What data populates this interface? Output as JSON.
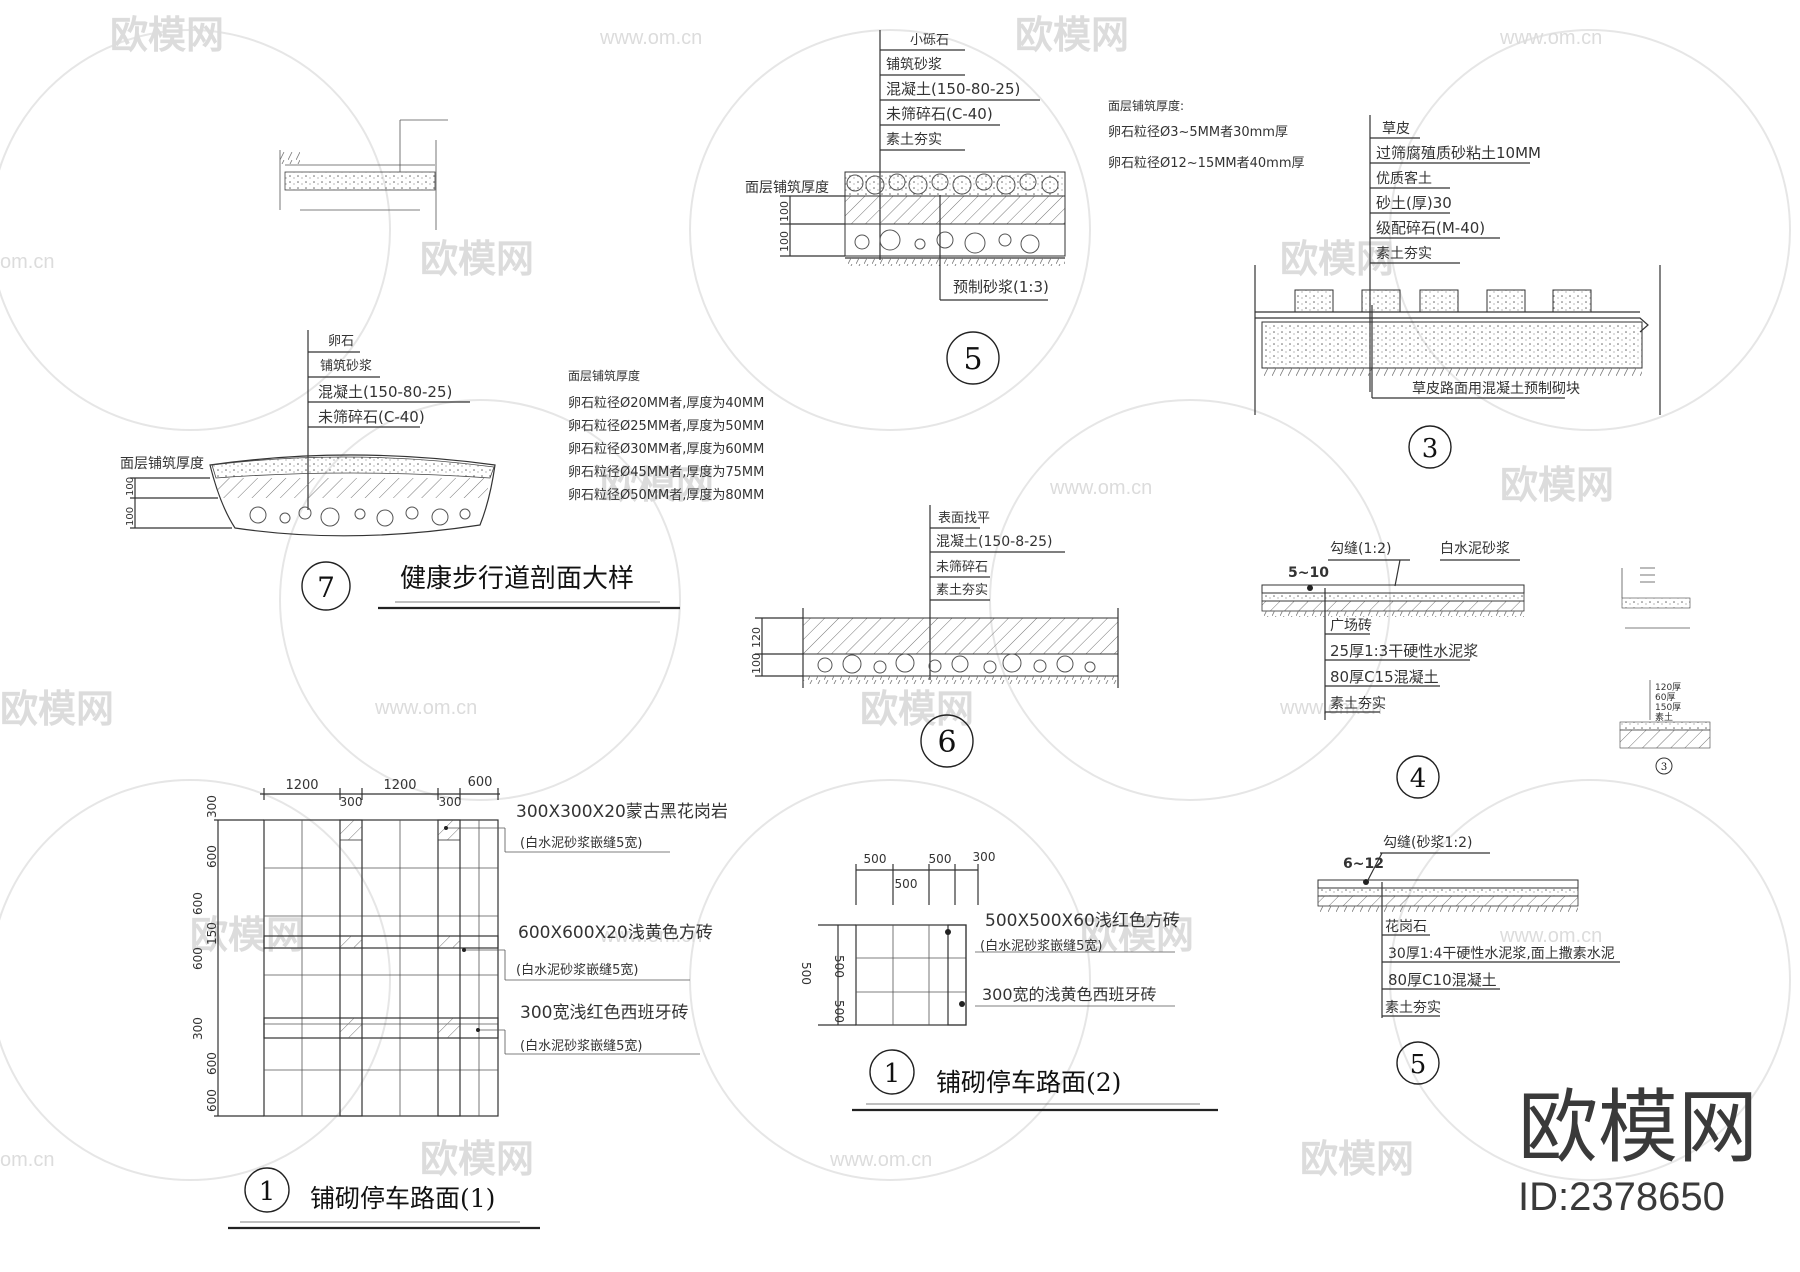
{
  "watermark": {
    "logo_text": "欧模网",
    "url_text": "www.om.cn",
    "edge_text": "om.cn"
  },
  "brand": {
    "name": "欧模网",
    "id": "ID:2378650"
  },
  "detail_5a": {
    "number": "5",
    "layers": [
      "小砾石",
      "铺筑砂浆",
      "混凝土(150-80-25)",
      "未筛碎石(C-40)",
      "素土夯实"
    ],
    "left_label": "面层铺筑厚度",
    "dims": [
      "100",
      "100"
    ],
    "bottom_label": "预制砂浆(1:3)",
    "note_title": "面层铺筑厚度:",
    "notes": [
      "卵石粒径Ø3~5MM者30mm厚",
      "卵石粒径Ø12~15MM者40mm厚"
    ]
  },
  "detail_3a": {
    "number": "3",
    "layers": [
      "草皮",
      "过筛腐殖质砂粘土10MM",
      "优质客土",
      "砂土(厚)30",
      "级配碎石(M-40)",
      "素土夯实"
    ],
    "bottom_label": "草皮路面用混凝土预制砌块"
  },
  "detail_7": {
    "number": "7",
    "title": "健康步行道剖面大样",
    "layers": [
      "卵石",
      "铺筑砂浆",
      "混凝土(150-80-25)",
      "未筛碎石(C-40)"
    ],
    "left_label": "面层铺筑厚度",
    "dims": [
      "100",
      "100"
    ],
    "note_title": "面层铺筑厚度",
    "notes": [
      "卵石粒径Ø20MM者,厚度为40MM",
      "卵石粒径Ø25MM者,厚度为50MM",
      "卵石粒径Ø30MM者,厚度为60MM",
      "卵石粒径Ø45MM者,厚度为75MM",
      "卵石粒径Ø50MM者,厚度为80MM"
    ]
  },
  "detail_6": {
    "number": "6",
    "layers": [
      "表面找平",
      "混凝土(150-8-25)",
      "未筛碎石",
      "素土夯实"
    ],
    "dims": [
      "120",
      "100"
    ]
  },
  "detail_4": {
    "number": "4",
    "joint": "5~10",
    "top_labels": [
      "勾缝(1:2)",
      "白水泥砂浆"
    ],
    "layers": [
      "广场砖",
      "25厚1:3干硬性水泥浆",
      "80厚C15混凝土",
      "素土夯实"
    ]
  },
  "detail_5b": {
    "number": "5",
    "joint": "6~12",
    "top_label": "勾缝(砂浆1:2)",
    "layers": [
      "花岗石",
      "30厚1:4干硬性水泥浆,面上撒素水泥",
      "80厚C10混凝土",
      "素土夯实"
    ]
  },
  "small_detail": {
    "number": "3",
    "layers": [
      "120厚",
      "60厚",
      "150厚",
      "素土"
    ]
  },
  "plan_1": {
    "number": "1",
    "title": "铺砌停车路面(1)",
    "top_dims": [
      "1200",
      "300",
      "1200",
      "300",
      "600"
    ],
    "left_dims": [
      "300",
      "600",
      "600",
      "150",
      "600",
      "300",
      "600",
      "600"
    ],
    "notes": [
      "300X300X20蒙古黑花岗岩",
      "(白水泥砂浆嵌缝5宽)",
      "600X600X20浅黄色方砖",
      "(白水泥砂浆嵌缝5宽)",
      "300宽浅红色西班牙砖",
      "(白水泥砂浆嵌缝5宽)"
    ]
  },
  "plan_2": {
    "number": "1",
    "title": "铺砌停车路面(2)",
    "top_dims": [
      "500",
      "500",
      "300",
      "500"
    ],
    "left_dims": [
      "500",
      "500",
      "500"
    ],
    "notes": [
      "500X500X60浅红色方砖",
      "(白水泥砂浆嵌缝5宽)",
      "300宽的浅黄色西班牙砖"
    ]
  }
}
